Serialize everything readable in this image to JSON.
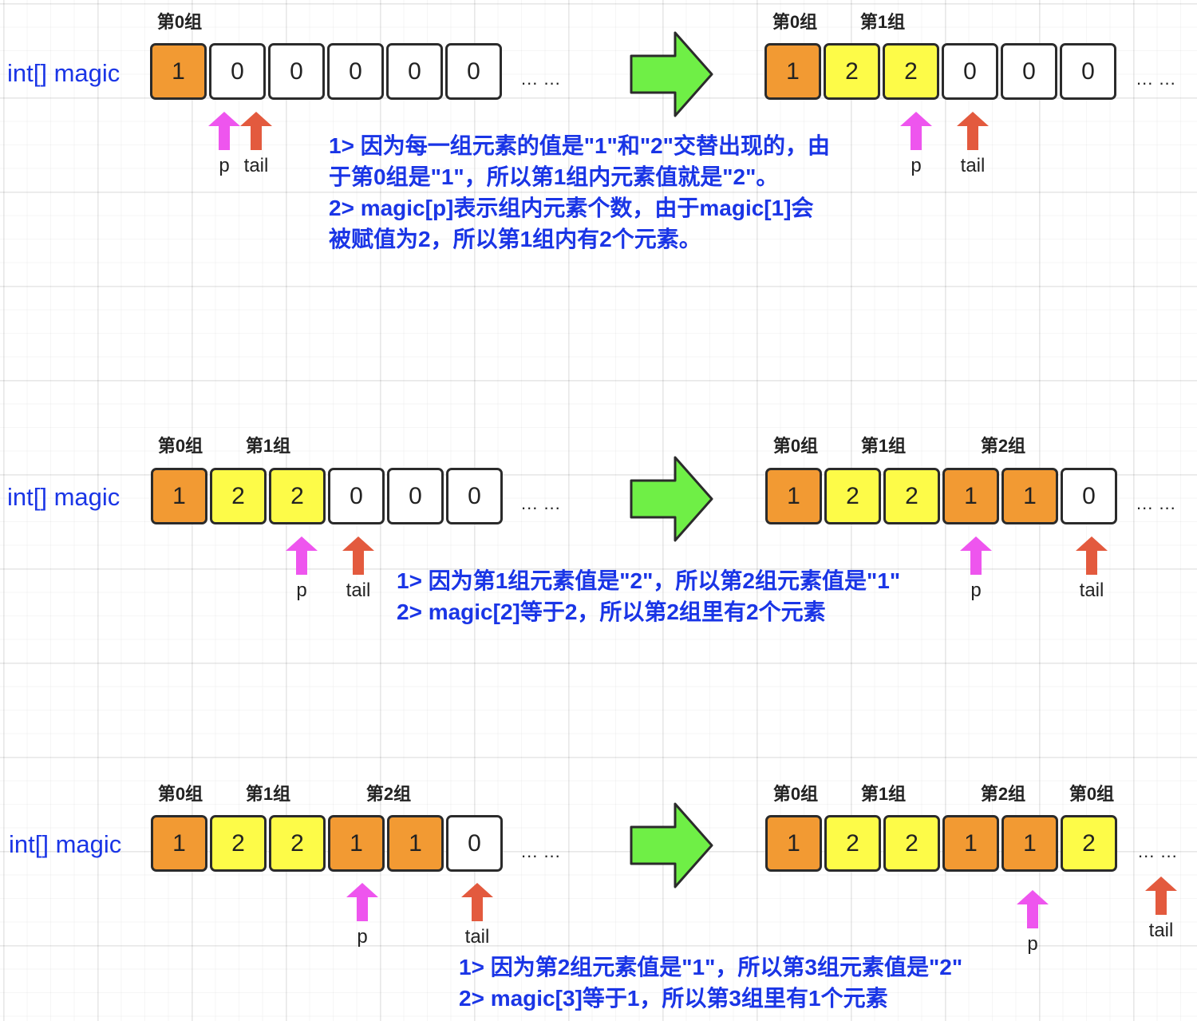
{
  "colors": {
    "group_odd": "#f29a33",
    "group_even": "#fdfb48",
    "empty": "#ffffff",
    "p_arrow": "#ee55ee",
    "tail_arrow": "#e35a3e",
    "transition_arrow": "#6fef46",
    "note_text": "#1a35e6"
  },
  "var_label": "int[] magic",
  "ellipsis": "... ...",
  "pointer_labels": {
    "p": "p",
    "tail": "tail"
  },
  "steps": [
    {
      "before": {
        "cells": [
          {
            "value": "1",
            "kind": "group_odd"
          },
          {
            "value": "0",
            "kind": "empty"
          },
          {
            "value": "0",
            "kind": "empty"
          },
          {
            "value": "0",
            "kind": "empty"
          },
          {
            "value": "0",
            "kind": "empty"
          },
          {
            "value": "0",
            "kind": "empty"
          }
        ],
        "group_labels": [
          "第0组"
        ],
        "p_index": 1,
        "tail_index": 1
      },
      "after": {
        "cells": [
          {
            "value": "1",
            "kind": "group_odd"
          },
          {
            "value": "2",
            "kind": "group_even"
          },
          {
            "value": "2",
            "kind": "group_even"
          },
          {
            "value": "0",
            "kind": "empty"
          },
          {
            "value": "0",
            "kind": "empty"
          },
          {
            "value": "0",
            "kind": "empty"
          }
        ],
        "group_labels": [
          "第0组",
          "第1组"
        ],
        "p_index": 2,
        "tail_index": 3
      },
      "note": [
        "1> 因为每一组元素的值是\"1\"和\"2\"交替出现的，由",
        "于第0组是\"1\"，所以第1组内元素值就是\"2\"。",
        "2> magic[p]表示组内元素个数，由于magic[1]会",
        "被赋值为2，所以第1组内有2个元素。"
      ]
    },
    {
      "before": {
        "cells": [
          {
            "value": "1",
            "kind": "group_odd"
          },
          {
            "value": "2",
            "kind": "group_even"
          },
          {
            "value": "2",
            "kind": "group_even"
          },
          {
            "value": "0",
            "kind": "empty"
          },
          {
            "value": "0",
            "kind": "empty"
          },
          {
            "value": "0",
            "kind": "empty"
          }
        ],
        "group_labels": [
          "第0组",
          "第1组"
        ],
        "p_index": 2,
        "tail_index": 3
      },
      "after": {
        "cells": [
          {
            "value": "1",
            "kind": "group_odd"
          },
          {
            "value": "2",
            "kind": "group_even"
          },
          {
            "value": "2",
            "kind": "group_even"
          },
          {
            "value": "1",
            "kind": "group_odd"
          },
          {
            "value": "1",
            "kind": "group_odd"
          },
          {
            "value": "0",
            "kind": "empty"
          }
        ],
        "group_labels": [
          "第0组",
          "第1组",
          "第2组"
        ],
        "p_index": 3,
        "tail_index": 5
      },
      "note": [
        "1> 因为第1组元素值是\"2\"，所以第2组元素值是\"1\"",
        "2> magic[2]等于2，所以第2组里有2个元素"
      ]
    },
    {
      "before": {
        "cells": [
          {
            "value": "1",
            "kind": "group_odd"
          },
          {
            "value": "2",
            "kind": "group_even"
          },
          {
            "value": "2",
            "kind": "group_even"
          },
          {
            "value": "1",
            "kind": "group_odd"
          },
          {
            "value": "1",
            "kind": "group_odd"
          },
          {
            "value": "0",
            "kind": "empty"
          }
        ],
        "group_labels": [
          "第0组",
          "第1组",
          "第2组"
        ],
        "p_index": 3,
        "tail_index": 5
      },
      "after": {
        "cells": [
          {
            "value": "1",
            "kind": "group_odd"
          },
          {
            "value": "2",
            "kind": "group_even"
          },
          {
            "value": "2",
            "kind": "group_even"
          },
          {
            "value": "1",
            "kind": "group_odd"
          },
          {
            "value": "1",
            "kind": "group_odd"
          },
          {
            "value": "2",
            "kind": "group_even"
          }
        ],
        "group_labels": [
          "第0组",
          "第1组",
          "第2组",
          "第0组"
        ],
        "p_index": 4,
        "tail_index": 6
      },
      "note": [
        "1> 因为第2组元素值是\"1\"，所以第3组元素值是\"2\"",
        "2> magic[3]等于1，所以第3组里有1个元素"
      ]
    }
  ]
}
